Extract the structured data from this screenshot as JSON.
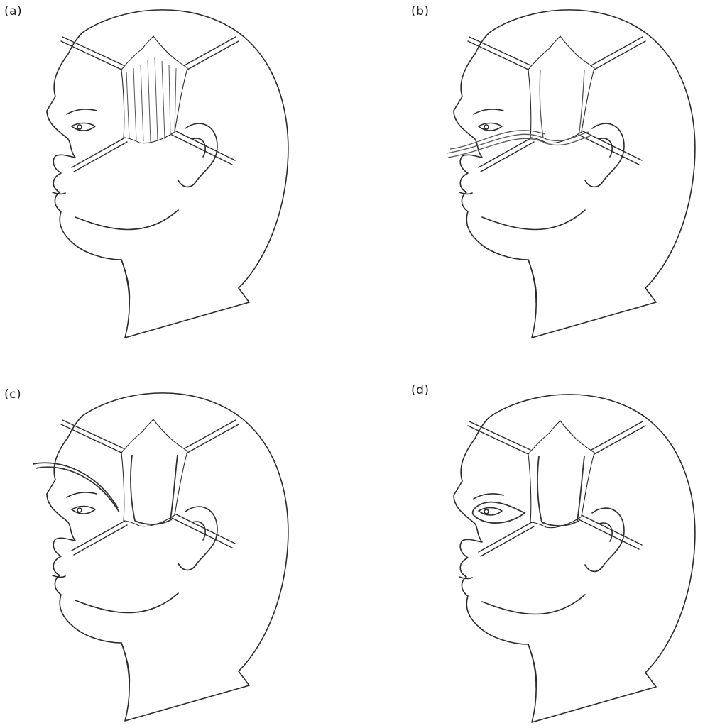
{
  "panels": [
    {
      "label": "(a)",
      "stage": "strip-harvest"
    },
    {
      "label": "(b)",
      "stage": "strip-passed-under-orbit"
    },
    {
      "label": "(c)",
      "stage": "strip-routed-to-brow"
    },
    {
      "label": "(d)",
      "stage": "strip-looped-at-eyelid"
    }
  ],
  "colors": {
    "line": "#2a2a2a",
    "strip": "#555555",
    "background": "#ffffff"
  }
}
